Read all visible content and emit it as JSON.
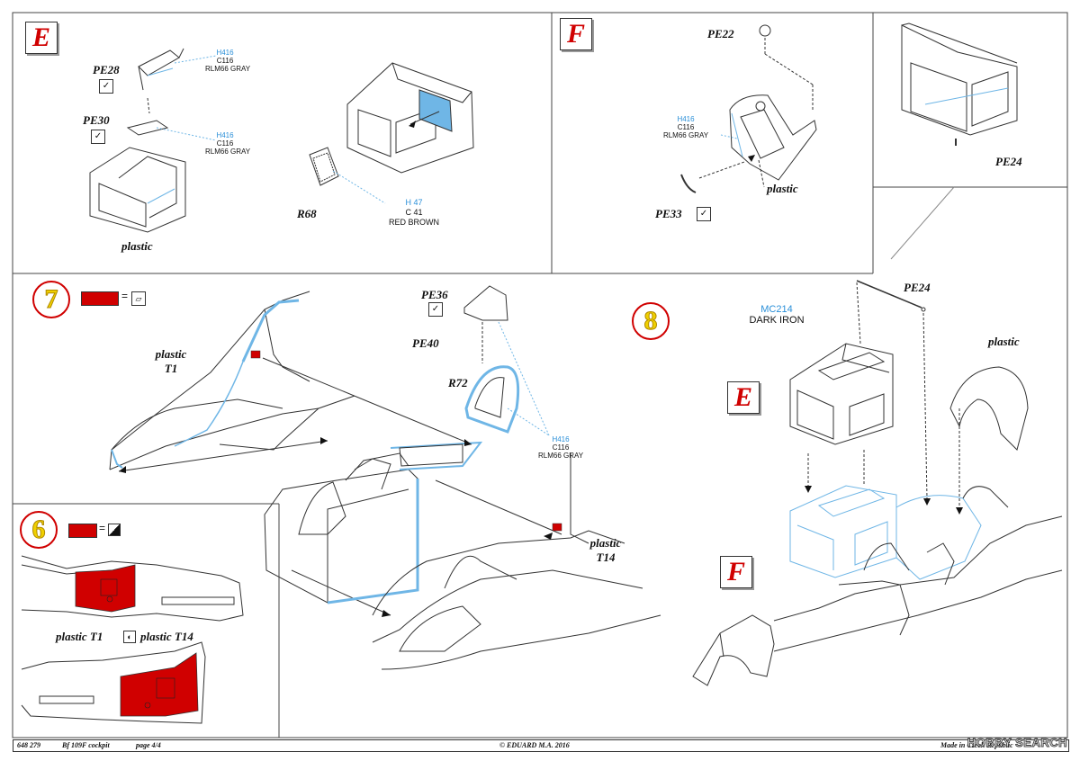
{
  "sections": {
    "E": {
      "letter": "E",
      "parts": {
        "pe28": "PE28",
        "pe30": "PE30",
        "r68": "R68",
        "plastic": "plastic"
      },
      "paints": [
        {
          "h": "H416",
          "c": "C116",
          "name": "RLM66 GRAY"
        },
        {
          "h": "H416",
          "c": "C116",
          "name": "RLM66 GRAY"
        },
        {
          "h": "H 47",
          "c": "C 41",
          "name": "RED BROWN"
        }
      ]
    },
    "F": {
      "letter": "F",
      "parts": {
        "pe22": "PE22",
        "pe33": "PE33",
        "plastic": "plastic"
      },
      "paint": {
        "h": "H416",
        "c": "C116",
        "name": "RLM66 GRAY"
      }
    },
    "top_right": {
      "part": "PE24"
    },
    "step7": {
      "number": "7",
      "parts": {
        "plastic_t1_a": "plastic",
        "plastic_t1_b": "T1",
        "pe36": "PE36",
        "pe40": "PE40",
        "r72": "R72",
        "plastic_t14_a": "plastic",
        "plastic_t14_b": "T14"
      },
      "paint": {
        "h": "H416",
        "c": "C116",
        "name": "RLM66 GRAY"
      }
    },
    "step6": {
      "number": "6",
      "labels": {
        "left": "plastic T1",
        "right": "plastic T14"
      }
    },
    "step8": {
      "number": "8",
      "paint": {
        "code": "MC214",
        "name": "DARK IRON"
      },
      "parts": {
        "pe24": "PE24",
        "plastic": "plastic"
      },
      "letters": {
        "e": "E",
        "f": "F"
      }
    }
  },
  "footer": {
    "code": "648 279",
    "title": "Bf 109F cockpit",
    "page": "page 4/4",
    "copyright": "© EDUARD  M.A. 2016",
    "made_in": "Made in Czech Republic"
  },
  "watermark": "HOBBY SEARCH",
  "colors": {
    "accent_blue": "#6fb6e6",
    "paint_code_blue": "#2a8fd8",
    "red": "#d00000",
    "step_yellow": "#f0d000"
  }
}
